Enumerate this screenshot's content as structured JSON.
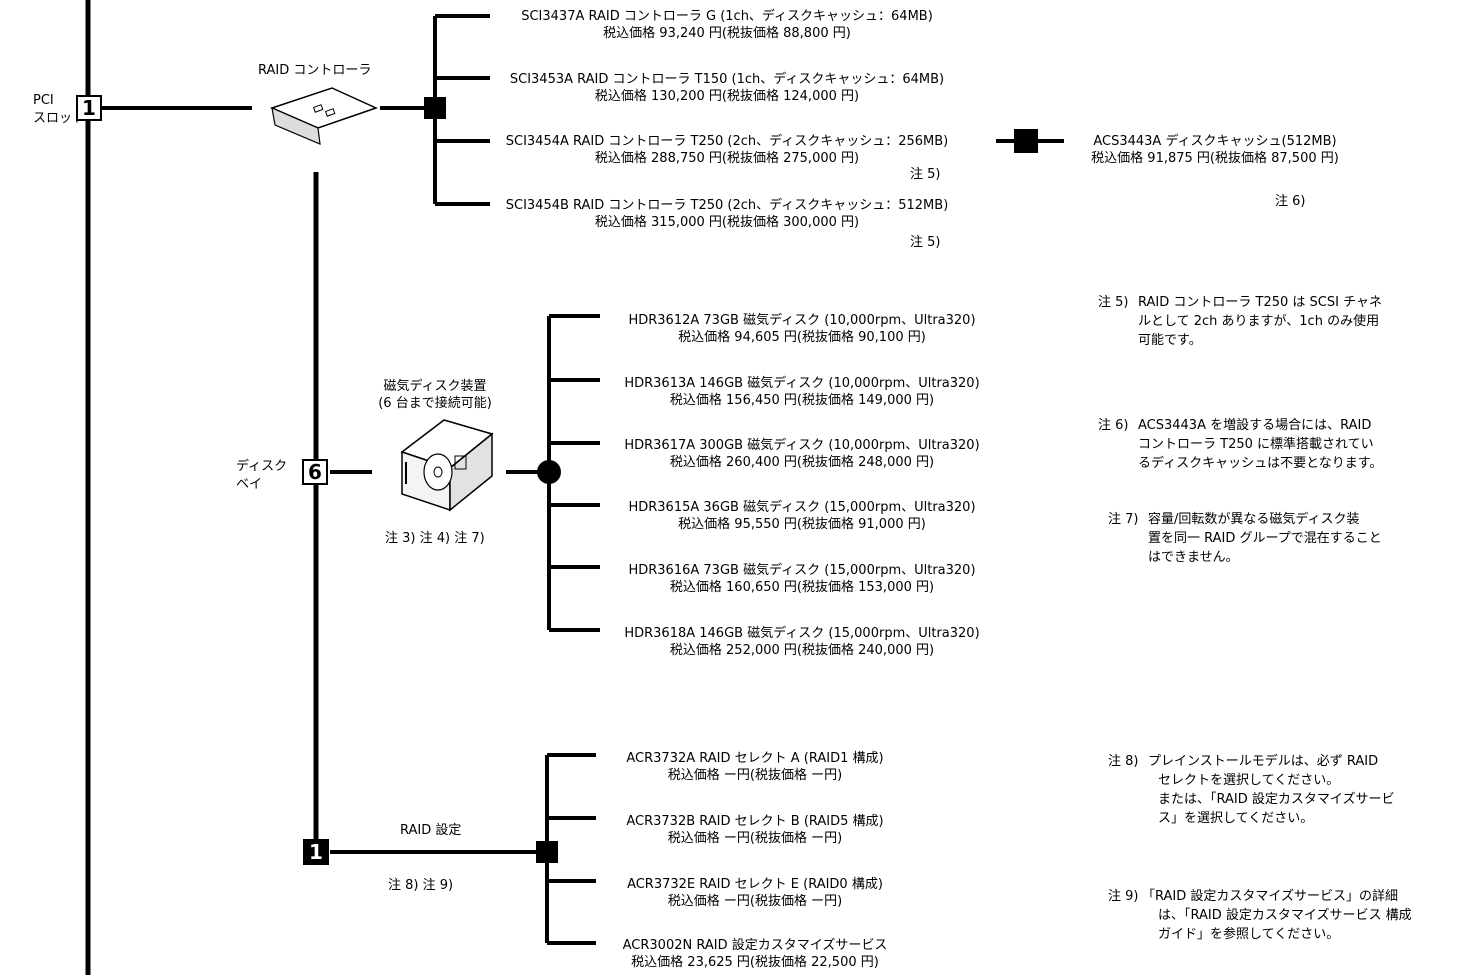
{
  "slot": {
    "pci_label_1": "PCI",
    "pci_label_2": "スロット",
    "pci_count": "1",
    "bay_label_1": "ディスク",
    "bay_label_2": "ベイ",
    "bay_count": "6",
    "raid_count": "1"
  },
  "raid_controller": {
    "title": "RAID コントローラ",
    "options": [
      {
        "line1": "SCI3437A  RAID コントローラ G (1ch、ディスクキャッシュ：64MB)",
        "line2": "税込価格 93,240 円(税抜価格 88,800 円)",
        "note": ""
      },
      {
        "line1": "SCI3453A  RAID コントローラ T150 (1ch、ディスクキャッシュ：64MB)",
        "line2": "税込価格 130,200 円(税抜価格 124,000 円)",
        "note": ""
      },
      {
        "line1": "SCI3454A  RAID コントローラ T250 (2ch、ディスクキャッシュ：256MB)",
        "line2": "税込価格 288,750 円(税抜価格 275,000 円)",
        "note": "注 5)"
      },
      {
        "line1": "SCI3454B  RAID コントローラ T250 (2ch、ディスクキャッシュ：512MB)",
        "line2": "税込価格 315,000 円(税抜価格 300,000 円)",
        "note": "注 5)"
      }
    ]
  },
  "cache_option": {
    "line1": "ACS3443A  ディスクキャッシュ(512MB)",
    "line2": "税込価格 91,875 円(税抜価格 87,500 円)",
    "note": "注 6)"
  },
  "disk": {
    "title_1": "磁気ディスク装置",
    "title_2": "(6 台まで接続可能)",
    "notes": "注 3)  注 4)  注 7)",
    "options": [
      {
        "line1": "HDR3612A  73GB 磁気ディスク (10,000rpm、Ultra320)",
        "line2": "税込価格 94,605 円(税抜価格 90,100 円)"
      },
      {
        "line1": "HDR3613A  146GB 磁気ディスク (10,000rpm、Ultra320)",
        "line2": "税込価格 156,450 円(税抜価格 149,000 円)"
      },
      {
        "line1": "HDR3617A  300GB 磁気ディスク (10,000rpm、Ultra320)",
        "line2": "税込価格 260,400 円(税抜価格 248,000 円)"
      },
      {
        "line1": "HDR3615A  36GB 磁気ディスク (15,000rpm、Ultra320)",
        "line2": "税込価格 95,550 円(税抜価格 91,000 円)"
      },
      {
        "line1": "HDR3616A    73GB 磁気ディスク (15,000rpm、Ultra320)",
        "line2": "税込価格 160,650 円(税抜価格 153,000 円)"
      },
      {
        "line1": "HDR3618A    146GB 磁気ディスク (15,000rpm、Ultra320)",
        "line2": "税込価格 252,000 円(税抜価格  240,000 円)"
      }
    ]
  },
  "raid_setting": {
    "title": "RAID 設定",
    "notes": "注 8)  注 9)",
    "options": [
      {
        "line1": "ACR3732A  RAID セレクト A (RAID1 構成)",
        "line2": "税込価格  ー円(税抜価格  ー円)"
      },
      {
        "line1": "ACR3732B  RAID セレクト B (RAID5 構成)",
        "line2": "税込価格  ー円(税抜価格  ー円)"
      },
      {
        "line1": "ACR3732E  RAID セレクト E (RAID0 構成)",
        "line2": "税込価格  ー円(税抜価格  ー円)"
      },
      {
        "line1": "ACR3002N  RAID 設定カスタマイズサービス",
        "line2": "税込価格  23,625 円(税抜価格  22,500 円)"
      }
    ]
  },
  "footnotes": [
    {
      "label": "注 5)",
      "lines": [
        "RAID コントローラ T250 は SCSI チャネ",
        "ルとして 2ch ありますが、1ch のみ使用",
        "可能です。"
      ]
    },
    {
      "label": "注 6)",
      "lines": [
        "ACS3443A  を増設する場合には、RAID",
        "コントローラ  T250  に標準搭載されてい",
        "るディスクキャッシュは不要となります。"
      ]
    },
    {
      "label": "注 7)",
      "lines": [
        "容量/回転数が異なる磁気ディスク装",
        "置を同一 RAID グループで混在すること",
        "はできません。"
      ]
    },
    {
      "label": "注 8)",
      "lines": [
        "プレインストールモデルは、必ず  RAID",
        "セレクトを選択してください。",
        "または、「RAID 設定カスタマイズサービ",
        "ス」を選択してください。"
      ]
    },
    {
      "label": "注 9)",
      "lines": [
        "「RAID  設定カスタマイズサービス」の詳細",
        "は、「RAID 設定カスタマイズサービス  構成",
        "ガイド」を参照してください。"
      ]
    }
  ]
}
